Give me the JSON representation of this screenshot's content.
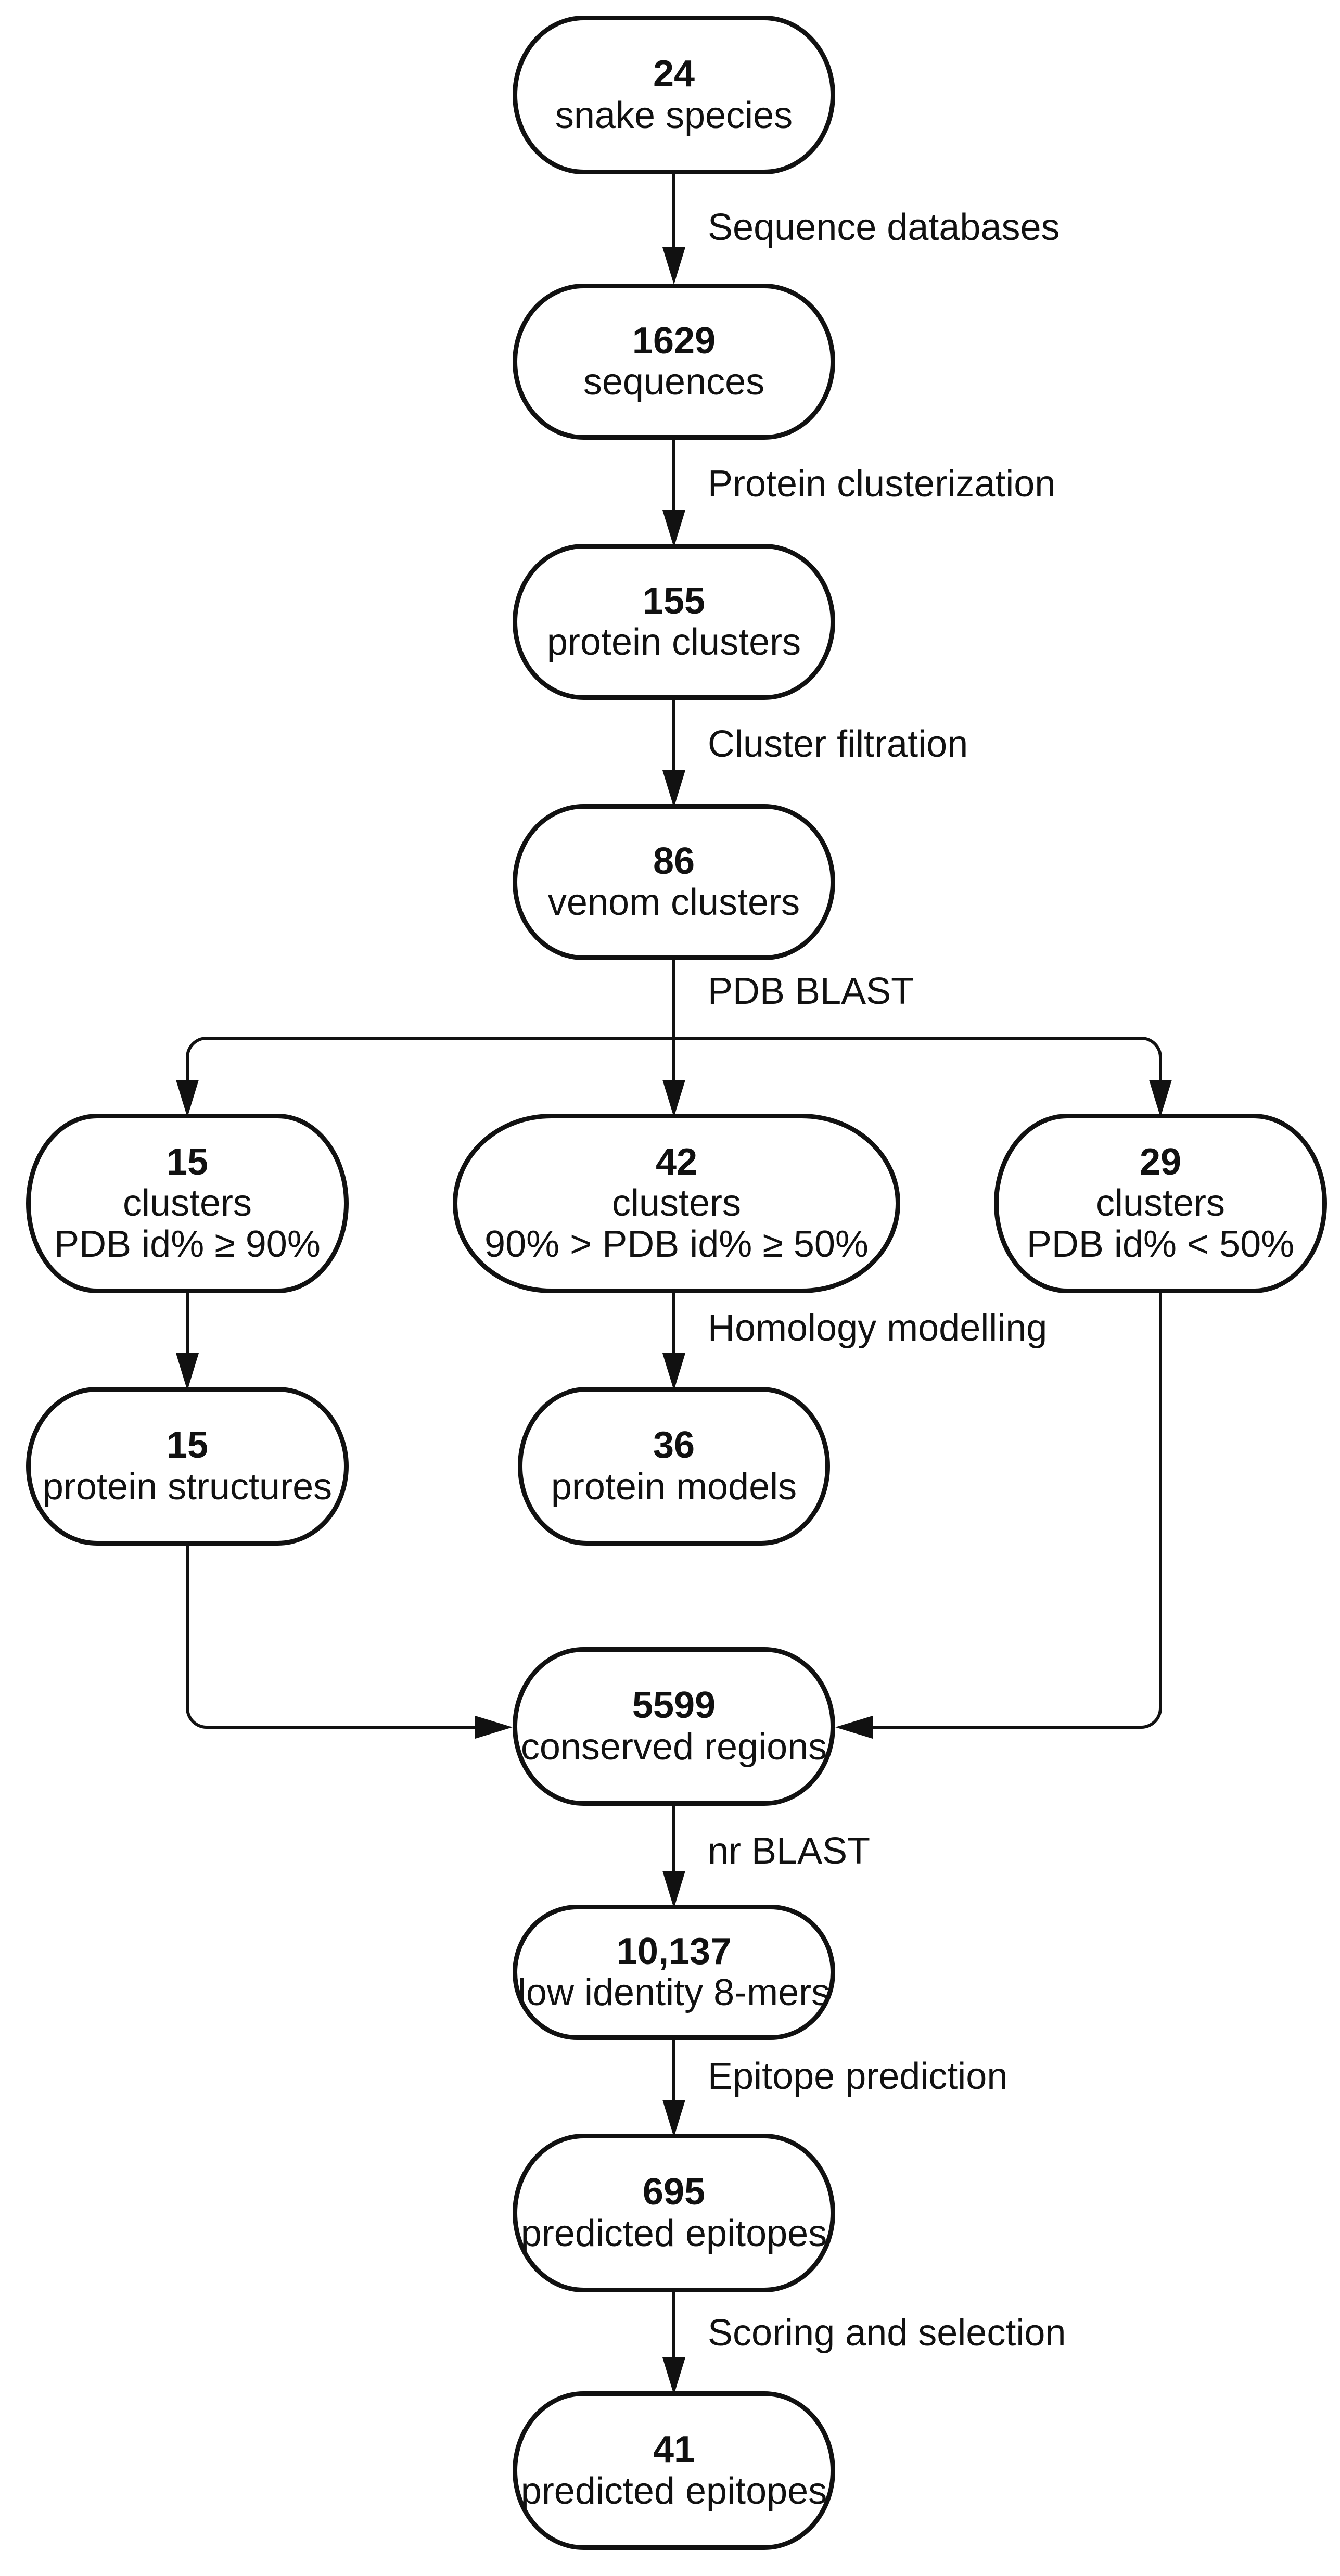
{
  "figure": {
    "colors": {
      "ink": "#111111",
      "background": "#ffffff"
    },
    "nodes": {
      "snake_species": {
        "value": "24",
        "label": "snake species"
      },
      "sequences": {
        "value": "1629",
        "label": "sequences"
      },
      "protein_clusters": {
        "value": "155",
        "label": "protein clusters"
      },
      "venom_clusters": {
        "value": "86",
        "label": "venom clusters"
      },
      "clusters_high_id": {
        "value": "15",
        "line1": "clusters",
        "line2": "PDB id% ≥ 90%"
      },
      "clusters_mid_id": {
        "value": "42",
        "line1": "clusters",
        "line2": "90% > PDB id% ≥ 50%"
      },
      "clusters_low_id": {
        "value": "29",
        "line1": "clusters",
        "line2": "PDB id% < 50%"
      },
      "protein_structures": {
        "value": "15",
        "label": "protein structures"
      },
      "protein_models": {
        "value": "36",
        "label": "protein models"
      },
      "conserved_regions": {
        "value": "5599",
        "label": "conserved regions"
      },
      "low_identity_8mers": {
        "value": "10,137",
        "label": "low identity 8-mers"
      },
      "predicted_epitopes": {
        "value": "695",
        "label": "predicted epitopes"
      },
      "selected_epitopes": {
        "value": "41",
        "label": "predicted epitopes"
      }
    },
    "edge_labels": {
      "sequence_databases": "Sequence databases",
      "protein_clusterization": "Protein clusterization",
      "cluster_filtration": "Cluster filtration",
      "pdb_blast": "PDB BLAST",
      "homology_modelling": "Homology modelling",
      "nr_blast": "nr BLAST",
      "epitope_prediction": "Epitope prediction",
      "scoring_and_selection": "Scoring and selection"
    }
  }
}
